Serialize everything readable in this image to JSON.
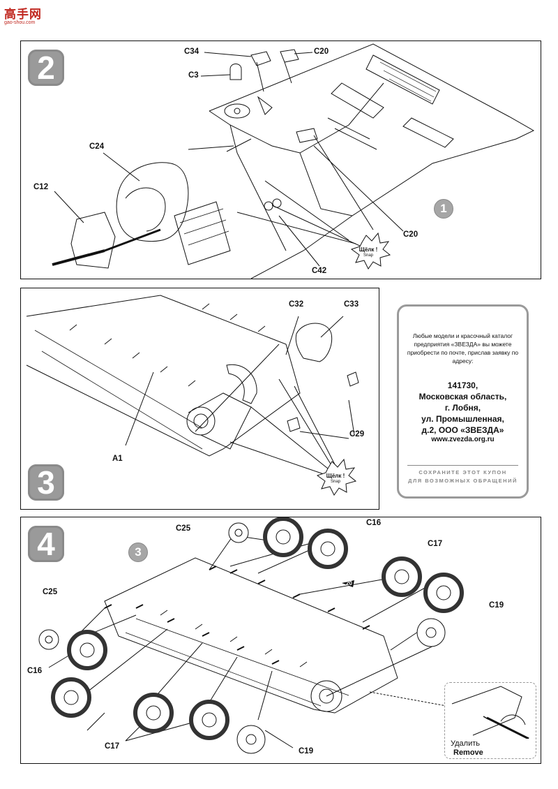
{
  "site_logo": {
    "glyphs": "高手网",
    "url": "gao-shou.com"
  },
  "steps": [
    {
      "number": "2"
    },
    {
      "number": "3"
    },
    {
      "number": "4"
    }
  ],
  "sub_refs": {
    "step2_hull": "1",
    "step4_assembly": "3"
  },
  "snap": {
    "ru": "Щёлк !",
    "en": "Snap"
  },
  "step2_callouts": {
    "c34": "C34",
    "c20_top": "C20",
    "c3": "C3",
    "c24": "C24",
    "c12": "C12",
    "c20_right": "C20",
    "c42": "C42"
  },
  "step3_callouts": {
    "c32": "C32",
    "c33": "C33",
    "c29": "C29",
    "a1": "A1"
  },
  "step4_callouts": {
    "c25_top": "C25",
    "c16_top": "C16",
    "c17_right": "C17",
    "c19_right": "C19",
    "c25_left": "C25",
    "c16_left": "C16",
    "c17_bottom": "C17",
    "c19_bottom": "C19",
    "arrow_ref": "20"
  },
  "coupon": {
    "intro": "Любые модели и красочный каталог предприятия «ЗВЕЗДА» вы можете приобрести по почте, прислав заявку по адресу:",
    "address_line1": "141730,",
    "address_line2": "Московская область,",
    "address_line3": "г. Лобня,",
    "address_line4": "ул. Промышленная,",
    "address_line5": "д.2, ООО «ЗВЕЗДА»",
    "website": "www.zvezda.org.ru",
    "keep_line1": "СОХРАНИТЕ ЭТОТ КУПОН",
    "keep_line2": "ДЛЯ ВОЗМОЖНЫХ ОБРАЩЕНИЙ"
  },
  "remove_tip": {
    "ru": "Удалить",
    "en": "Remove"
  },
  "colors": {
    "badge_gray": "#9a9a9a",
    "line": "#111111",
    "logo_red": "#c0271f"
  }
}
